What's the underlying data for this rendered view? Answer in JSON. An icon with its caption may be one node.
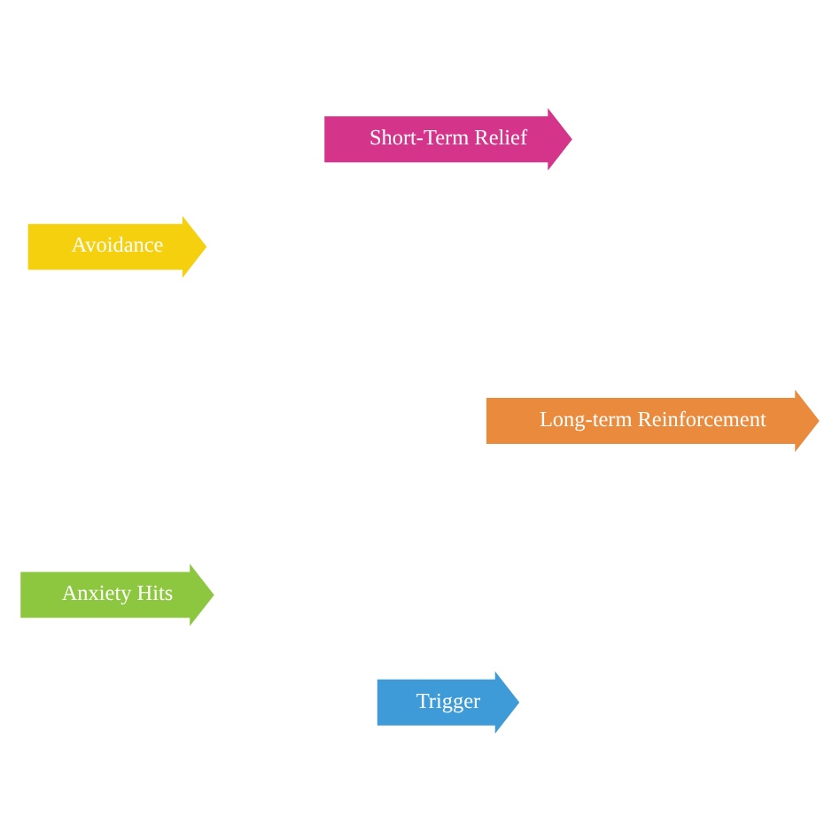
{
  "diagram": {
    "nodes": [
      {
        "text": [
          "Trigger"
        ]
      },
      {
        "text": [
          "Anxiety Hits"
        ]
      },
      {
        "text": [
          "Avoidance"
        ]
      },
      {
        "text": [
          "Short-Term Relief"
        ]
      },
      {
        "text": [
          "Long-term Reinforcement"
        ]
      }
    ]
  }
}
